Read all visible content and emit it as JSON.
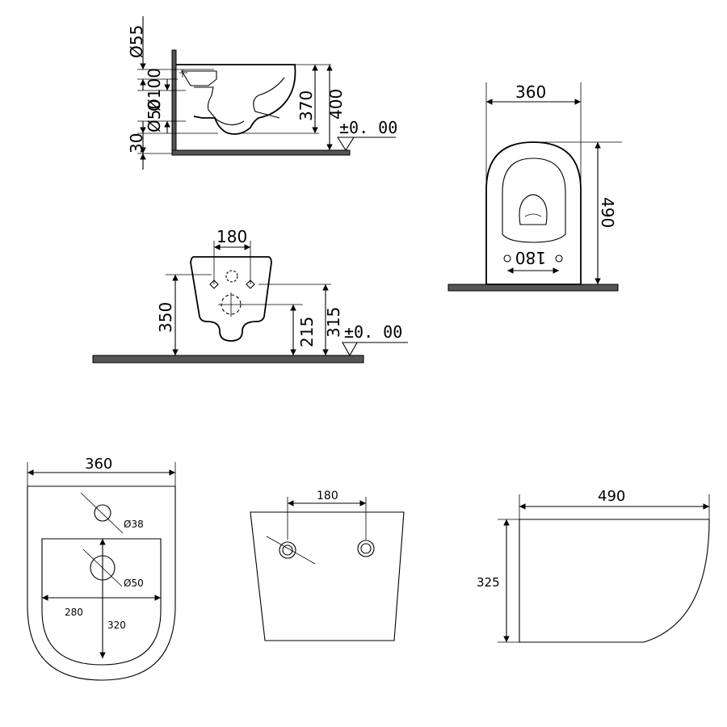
{
  "side_view": {
    "d55": "Ø55",
    "d100": "Ø100",
    "d50": "Ø50",
    "h30": "30",
    "h370": "370",
    "h400": "400",
    "level": "±0. 00"
  },
  "top_view": {
    "w360": "360",
    "h490": "490",
    "bolt180": "180"
  },
  "back_view": {
    "bolt180": "180",
    "h350": "350",
    "h215": "215",
    "h315": "315",
    "level": "±0. 00"
  },
  "bottom_left": {
    "w360": "360",
    "d38": "Ø38",
    "d50": "Ø50",
    "w280": "280",
    "h320": "320"
  },
  "bottom_middle": {
    "bolt180": "180"
  },
  "bottom_right": {
    "w490": "490",
    "h325": "325"
  }
}
